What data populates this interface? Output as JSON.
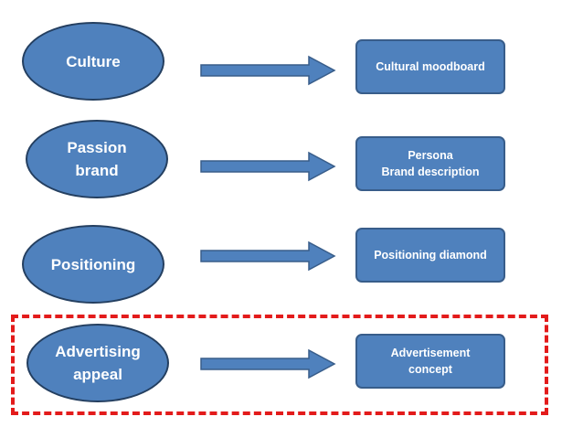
{
  "colors": {
    "shape_fill": "#4f81bd",
    "ellipse_border": "#243f60",
    "box_border": "#385d8a",
    "text": "#ffffff",
    "highlight_dashed": "#e31b1b"
  },
  "rows": [
    {
      "source": "Culture",
      "target": "Cultural moodboard"
    },
    {
      "source": "Passion\nbrand",
      "target": "Persona\nBrand description"
    },
    {
      "source": "Positioning",
      "target": "Positioning diamond"
    },
    {
      "source": "Advertising\nappeal",
      "target": "Advertisement\nconcept"
    }
  ],
  "highlighted_row": 3
}
